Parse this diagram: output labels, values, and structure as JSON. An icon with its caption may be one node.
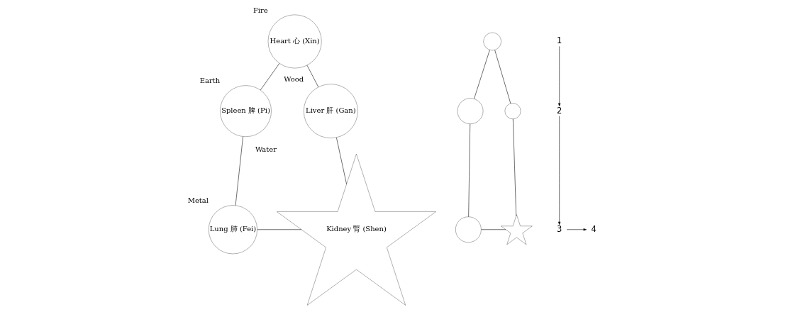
{
  "diagram": {
    "nodes": [
      {
        "text": [
          "Heart 心 (Xin)"
        ],
        "beside": [
          "Fire"
        ]
      },
      {
        "text": [
          "Liver 肝 (Gan)"
        ],
        "beside": [
          "Wood"
        ]
      },
      {
        "text": [
          "Spleen 脾 (Pi)"
        ],
        "beside": [
          "Earth"
        ]
      },
      {
        "text": [
          "Kidney 腎 (Shen)"
        ],
        "beside": [
          "Water"
        ]
      },
      {
        "text": [
          "Lung 肺 (Fei)"
        ],
        "beside": [
          "Metal"
        ]
      },
      {
        "text": [],
        "shape": "circle"
      },
      {
        "text": [],
        "shape": "circle"
      },
      {
        "text": [],
        "shape": "circle"
      },
      {
        "text": [],
        "shape": "star"
      },
      {
        "text": [],
        "shape": "circle"
      },
      {
        "text": [
          "1"
        ]
      },
      {
        "text": [
          "3"
        ]
      },
      {
        "text": [
          "4"
        ]
      },
      {
        "text": [
          "2"
        ]
      }
    ],
    "edges": [
      {
        "from": 0,
        "to": 2,
        "arrow": "none"
      },
      {
        "from": 2,
        "to": 4,
        "arrow": "none"
      },
      {
        "from": 4,
        "to": 3,
        "arrow": "none"
      },
      {
        "from": 3,
        "to": 1,
        "arrow": "none"
      },
      {
        "from": 1,
        "to": 0,
        "arrow": "none"
      },
      {
        "from": 5,
        "to": 7,
        "arrow": "none"
      },
      {
        "from": 7,
        "to": 9,
        "arrow": "none"
      },
      {
        "from": 9,
        "to": 8,
        "arrow": "none"
      },
      {
        "from": 8,
        "to": 6,
        "arrow": "none"
      },
      {
        "from": 6,
        "to": 5,
        "arrow": "none"
      },
      {
        "from": 10,
        "to": 13,
        "arrow": "to"
      },
      {
        "from": 11,
        "to": 12,
        "arrow": "to"
      },
      {
        "from": 13,
        "to": 11,
        "arrow": "to"
      }
    ]
  }
}
